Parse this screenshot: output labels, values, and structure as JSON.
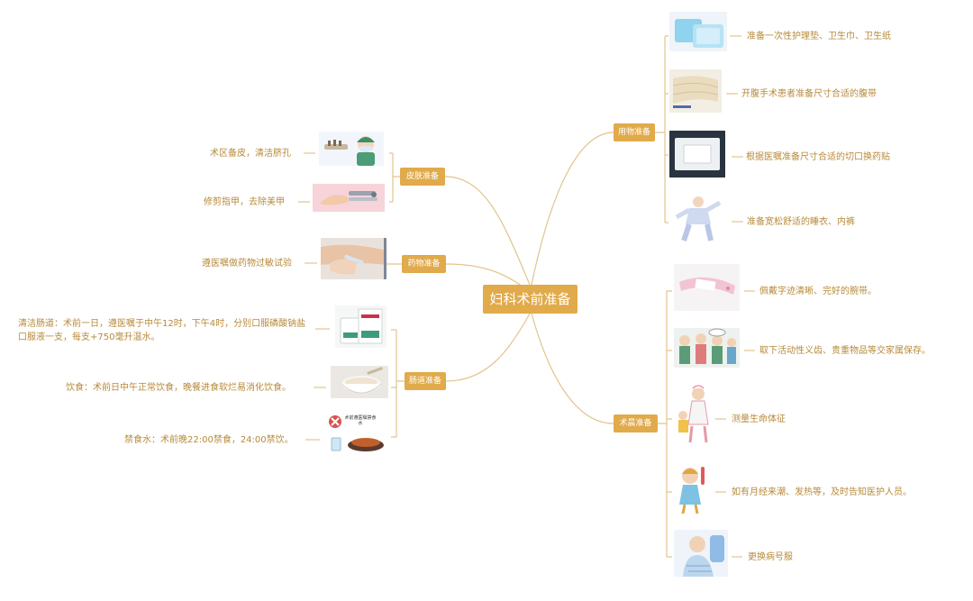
{
  "root": {
    "label": "妇科术前准备"
  },
  "branches": {
    "skin": {
      "label": "皮肤准备",
      "leaves": [
        {
          "text": "术区备皮，清洁脐孔",
          "image": "nurse-shaving-icon"
        },
        {
          "text": "修剪指甲，去除美甲",
          "image": "nail-clipper-icon"
        }
      ]
    },
    "drug": {
      "label": "药物准备",
      "leaves": [
        {
          "text": "遵医嘱做药物过敏试验",
          "image": "skin-test-injection-icon"
        }
      ]
    },
    "bowel": {
      "label": "肠道准备",
      "leaves": [
        {
          "text": "清洁肠道：术前一日，遵医嘱于中午12时，下午4时，分别口服磷酸钠盐口服液一支，每支+750毫升温水。",
          "image": "oral-solution-box-icon"
        },
        {
          "text": "饮食：术前日中午正常饮食，晚餐进食软烂易消化饮食。",
          "image": "porridge-bowl-icon"
        },
        {
          "text": "禁食水：术前晚22:00禁食，24:00禁饮。",
          "image": "no-food-water-icon",
          "image_text": "术前遵医嘱禁食水"
        }
      ]
    },
    "supplies": {
      "label": "用物准备",
      "leaves": [
        {
          "text": "准备一次性护理垫、卫生巾、卫生纸",
          "image": "care-pad-icon"
        },
        {
          "text": "开腹手术患者准备尺寸合适的腹带",
          "image": "abdominal-binder-icon"
        },
        {
          "text": "根据医嘱准备尺寸合适的切口换药贴",
          "image": "wound-dressing-icon"
        },
        {
          "text": "准备宽松舒适的睡衣、内裤",
          "image": "pajamas-icon"
        }
      ]
    },
    "dayof": {
      "label": "术晨准备",
      "leaves": [
        {
          "text": "佩戴字迹清晰、完好的腕带。",
          "image": "wristband-icon"
        },
        {
          "text": "取下活动性义齿、贵重物品等交家属保存。",
          "image": "family-group-icon"
        },
        {
          "text": "测量生命体征",
          "image": "nurse-measuring-icon"
        },
        {
          "text": "如有月经来潮、发热等，及时告知医护人员。",
          "image": "thermometer-girl-icon"
        },
        {
          "text": "更换病号服",
          "image": "patient-gown-icon"
        }
      ]
    }
  },
  "colors": {
    "node": "#e1aa4a",
    "line": "#e2c48e",
    "text": "#b78a3a"
  }
}
